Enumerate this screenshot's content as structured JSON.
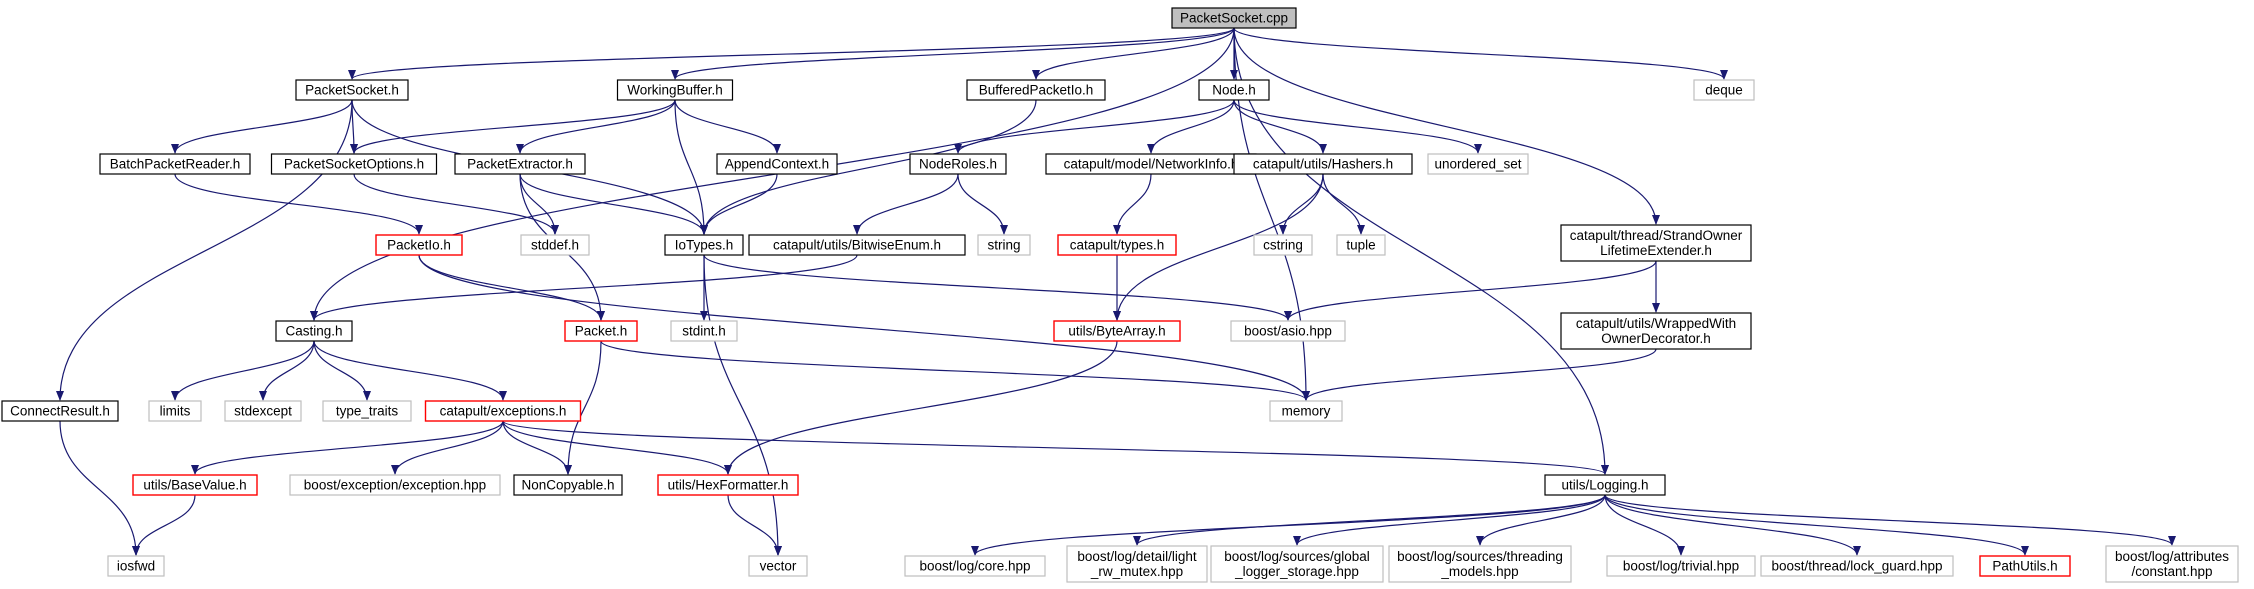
{
  "colors": {
    "edge": "#191970",
    "root_fill": "#bfbfbf",
    "normal_stroke": "#000000",
    "truncated_stroke": "#ff0000",
    "external_stroke": "#bfbfbf",
    "background": "#ffffff"
  },
  "node_styles": [
    "root",
    "normal",
    "truncated",
    "external"
  ],
  "nodes": [
    {
      "id": "PacketSocket.cpp",
      "lines": [
        "PacketSocket.cpp"
      ],
      "style": "root"
    },
    {
      "id": "PacketSocket.h",
      "lines": [
        "PacketSocket.h"
      ],
      "style": "normal"
    },
    {
      "id": "WorkingBuffer.h",
      "lines": [
        "WorkingBuffer.h"
      ],
      "style": "normal"
    },
    {
      "id": "BufferedPacketIo.h",
      "lines": [
        "BufferedPacketIo.h"
      ],
      "style": "normal"
    },
    {
      "id": "Node.h",
      "lines": [
        "Node.h"
      ],
      "style": "normal"
    },
    {
      "id": "deque",
      "lines": [
        "deque"
      ],
      "style": "external"
    },
    {
      "id": "BatchPacketReader.h",
      "lines": [
        "BatchPacketReader.h"
      ],
      "style": "normal"
    },
    {
      "id": "PacketSocketOptions.h",
      "lines": [
        "PacketSocketOptions.h"
      ],
      "style": "normal"
    },
    {
      "id": "PacketExtractor.h",
      "lines": [
        "PacketExtractor.h"
      ],
      "style": "normal"
    },
    {
      "id": "AppendContext.h",
      "lines": [
        "AppendContext.h"
      ],
      "style": "normal"
    },
    {
      "id": "NodeRoles.h",
      "lines": [
        "NodeRoles.h"
      ],
      "style": "normal"
    },
    {
      "id": "catapult/model/NetworkInfo.h",
      "lines": [
        "catapult/model/NetworkInfo.h"
      ],
      "style": "normal"
    },
    {
      "id": "catapult/utils/Hashers.h",
      "lines": [
        "catapult/utils/Hashers.h"
      ],
      "style": "normal"
    },
    {
      "id": "unordered_set",
      "lines": [
        "unordered_set"
      ],
      "style": "external"
    },
    {
      "id": "PacketIo.h",
      "lines": [
        "PacketIo.h"
      ],
      "style": "truncated"
    },
    {
      "id": "stddef.h",
      "lines": [
        "stddef.h"
      ],
      "style": "external"
    },
    {
      "id": "IoTypes.h",
      "lines": [
        "IoTypes.h"
      ],
      "style": "normal"
    },
    {
      "id": "catapult/utils/BitwiseEnum.h",
      "lines": [
        "catapult/utils/BitwiseEnum.h"
      ],
      "style": "normal"
    },
    {
      "id": "string",
      "lines": [
        "string"
      ],
      "style": "external"
    },
    {
      "id": "catapult/types.h",
      "lines": [
        "catapult/types.h"
      ],
      "style": "truncated"
    },
    {
      "id": "cstring",
      "lines": [
        "cstring"
      ],
      "style": "external"
    },
    {
      "id": "tuple",
      "lines": [
        "tuple"
      ],
      "style": "external"
    },
    {
      "id": "catapult/thread/StrandOwnerLifetimeExtender.h",
      "lines": [
        "catapult/thread/StrandOwner",
        "LifetimeExtender.h"
      ],
      "style": "normal"
    },
    {
      "id": "Casting.h",
      "lines": [
        "Casting.h"
      ],
      "style": "normal"
    },
    {
      "id": "Packet.h",
      "lines": [
        "Packet.h"
      ],
      "style": "truncated"
    },
    {
      "id": "stdint.h",
      "lines": [
        "stdint.h"
      ],
      "style": "external"
    },
    {
      "id": "utils/ByteArray.h",
      "lines": [
        "utils/ByteArray.h"
      ],
      "style": "truncated"
    },
    {
      "id": "boost/asio.hpp",
      "lines": [
        "boost/asio.hpp"
      ],
      "style": "external"
    },
    {
      "id": "catapult/utils/WrappedWithOwnerDecorator.h",
      "lines": [
        "catapult/utils/WrappedWith",
        "OwnerDecorator.h"
      ],
      "style": "normal"
    },
    {
      "id": "ConnectResult.h",
      "lines": [
        "ConnectResult.h"
      ],
      "style": "normal"
    },
    {
      "id": "limits",
      "lines": [
        "limits"
      ],
      "style": "external"
    },
    {
      "id": "stdexcept",
      "lines": [
        "stdexcept"
      ],
      "style": "external"
    },
    {
      "id": "type_traits",
      "lines": [
        "type_traits"
      ],
      "style": "external"
    },
    {
      "id": "catapult/exceptions.h",
      "lines": [
        "catapult/exceptions.h"
      ],
      "style": "truncated"
    },
    {
      "id": "memory",
      "lines": [
        "memory"
      ],
      "style": "external"
    },
    {
      "id": "utils/BaseValue.h",
      "lines": [
        "utils/BaseValue.h"
      ],
      "style": "truncated"
    },
    {
      "id": "boost/exception/exception.hpp",
      "lines": [
        "boost/exception/exception.hpp"
      ],
      "style": "external"
    },
    {
      "id": "NonCopyable.h",
      "lines": [
        "NonCopyable.h"
      ],
      "style": "normal"
    },
    {
      "id": "utils/HexFormatter.h",
      "lines": [
        "utils/HexFormatter.h"
      ],
      "style": "truncated"
    },
    {
      "id": "utils/Logging.h",
      "lines": [
        "utils/Logging.h"
      ],
      "style": "normal"
    },
    {
      "id": "iosfwd",
      "lines": [
        "iosfwd"
      ],
      "style": "external"
    },
    {
      "id": "vector",
      "lines": [
        "vector"
      ],
      "style": "external"
    },
    {
      "id": "boost/log/core.hpp",
      "lines": [
        "boost/log/core.hpp"
      ],
      "style": "external"
    },
    {
      "id": "boost/log/detail/light_rw_mutex.hpp",
      "lines": [
        "boost/log/detail/light",
        "_rw_mutex.hpp"
      ],
      "style": "external"
    },
    {
      "id": "boost/log/sources/global_logger_storage.hpp",
      "lines": [
        "boost/log/sources/global",
        "_logger_storage.hpp"
      ],
      "style": "external"
    },
    {
      "id": "boost/log/sources/threading_models.hpp",
      "lines": [
        "boost/log/sources/threading",
        "_models.hpp"
      ],
      "style": "external"
    },
    {
      "id": "boost/log/trivial.hpp",
      "lines": [
        "boost/log/trivial.hpp"
      ],
      "style": "external"
    },
    {
      "id": "boost/thread/lock_guard.hpp",
      "lines": [
        "boost/thread/lock_guard.hpp"
      ],
      "style": "external"
    },
    {
      "id": "PathUtils.h",
      "lines": [
        "PathUtils.h"
      ],
      "style": "truncated"
    },
    {
      "id": "boost/log/attributes/constant.hpp",
      "lines": [
        "boost/log/attributes",
        "/constant.hpp"
      ],
      "style": "external"
    }
  ],
  "edges": [
    [
      "PacketSocket.cpp",
      "PacketSocket.h"
    ],
    [
      "PacketSocket.cpp",
      "WorkingBuffer.h"
    ],
    [
      "PacketSocket.cpp",
      "BufferedPacketIo.h"
    ],
    [
      "PacketSocket.cpp",
      "Node.h"
    ],
    [
      "PacketSocket.cpp",
      "deque"
    ],
    [
      "PacketSocket.cpp",
      "Casting.h"
    ],
    [
      "PacketSocket.cpp",
      "memory"
    ],
    [
      "PacketSocket.cpp",
      "catapult/thread/StrandOwnerLifetimeExtender.h"
    ],
    [
      "PacketSocket.cpp",
      "utils/Logging.h"
    ],
    [
      "PacketSocket.h",
      "BatchPacketReader.h"
    ],
    [
      "PacketSocket.h",
      "PacketSocketOptions.h"
    ],
    [
      "PacketSocket.h",
      "IoTypes.h"
    ],
    [
      "PacketSocket.h",
      "ConnectResult.h"
    ],
    [
      "WorkingBuffer.h",
      "PacketSocketOptions.h"
    ],
    [
      "WorkingBuffer.h",
      "PacketExtractor.h"
    ],
    [
      "WorkingBuffer.h",
      "AppendContext.h"
    ],
    [
      "WorkingBuffer.h",
      "IoTypes.h"
    ],
    [
      "BufferedPacketIo.h",
      "IoTypes.h"
    ],
    [
      "Node.h",
      "NodeRoles.h"
    ],
    [
      "Node.h",
      "catapult/model/NetworkInfo.h"
    ],
    [
      "Node.h",
      "catapult/utils/Hashers.h"
    ],
    [
      "Node.h",
      "unordered_set"
    ],
    [
      "BatchPacketReader.h",
      "PacketIo.h"
    ],
    [
      "PacketSocketOptions.h",
      "stddef.h"
    ],
    [
      "PacketExtractor.h",
      "stddef.h"
    ],
    [
      "PacketExtractor.h",
      "IoTypes.h"
    ],
    [
      "PacketExtractor.h",
      "Packet.h"
    ],
    [
      "AppendContext.h",
      "IoTypes.h"
    ],
    [
      "NodeRoles.h",
      "catapult/utils/BitwiseEnum.h"
    ],
    [
      "NodeRoles.h",
      "string"
    ],
    [
      "catapult/model/NetworkInfo.h",
      "catapult/types.h"
    ],
    [
      "catapult/utils/Hashers.h",
      "cstring"
    ],
    [
      "catapult/utils/Hashers.h",
      "tuple"
    ],
    [
      "catapult/utils/Hashers.h",
      "utils/ByteArray.h"
    ],
    [
      "PacketIo.h",
      "Packet.h"
    ],
    [
      "PacketIo.h",
      "memory"
    ],
    [
      "IoTypes.h",
      "stdint.h"
    ],
    [
      "IoTypes.h",
      "boost/asio.hpp"
    ],
    [
      "IoTypes.h",
      "vector"
    ],
    [
      "catapult/utils/BitwiseEnum.h",
      "Casting.h"
    ],
    [
      "catapult/types.h",
      "utils/ByteArray.h"
    ],
    [
      "catapult/thread/StrandOwnerLifetimeExtender.h",
      "boost/asio.hpp"
    ],
    [
      "catapult/thread/StrandOwnerLifetimeExtender.h",
      "catapult/utils/WrappedWithOwnerDecorator.h"
    ],
    [
      "Casting.h",
      "limits"
    ],
    [
      "Casting.h",
      "stdexcept"
    ],
    [
      "Casting.h",
      "type_traits"
    ],
    [
      "Casting.h",
      "catapult/exceptions.h"
    ],
    [
      "Packet.h",
      "memory"
    ],
    [
      "Packet.h",
      "NonCopyable.h"
    ],
    [
      "utils/ByteArray.h",
      "utils/HexFormatter.h"
    ],
    [
      "catapult/utils/WrappedWithOwnerDecorator.h",
      "memory"
    ],
    [
      "ConnectResult.h",
      "iosfwd"
    ],
    [
      "catapult/exceptions.h",
      "utils/BaseValue.h"
    ],
    [
      "catapult/exceptions.h",
      "boost/exception/exception.hpp"
    ],
    [
      "catapult/exceptions.h",
      "NonCopyable.h"
    ],
    [
      "catapult/exceptions.h",
      "utils/HexFormatter.h"
    ],
    [
      "catapult/exceptions.h",
      "utils/Logging.h"
    ],
    [
      "utils/BaseValue.h",
      "iosfwd"
    ],
    [
      "utils/HexFormatter.h",
      "vector"
    ],
    [
      "utils/Logging.h",
      "boost/log/core.hpp"
    ],
    [
      "utils/Logging.h",
      "boost/log/detail/light_rw_mutex.hpp"
    ],
    [
      "utils/Logging.h",
      "boost/log/sources/global_logger_storage.hpp"
    ],
    [
      "utils/Logging.h",
      "boost/log/sources/threading_models.hpp"
    ],
    [
      "utils/Logging.h",
      "boost/log/trivial.hpp"
    ],
    [
      "utils/Logging.h",
      "boost/thread/lock_guard.hpp"
    ],
    [
      "utils/Logging.h",
      "PathUtils.h"
    ],
    [
      "utils/Logging.h",
      "boost/log/attributes/constant.hpp"
    ]
  ]
}
